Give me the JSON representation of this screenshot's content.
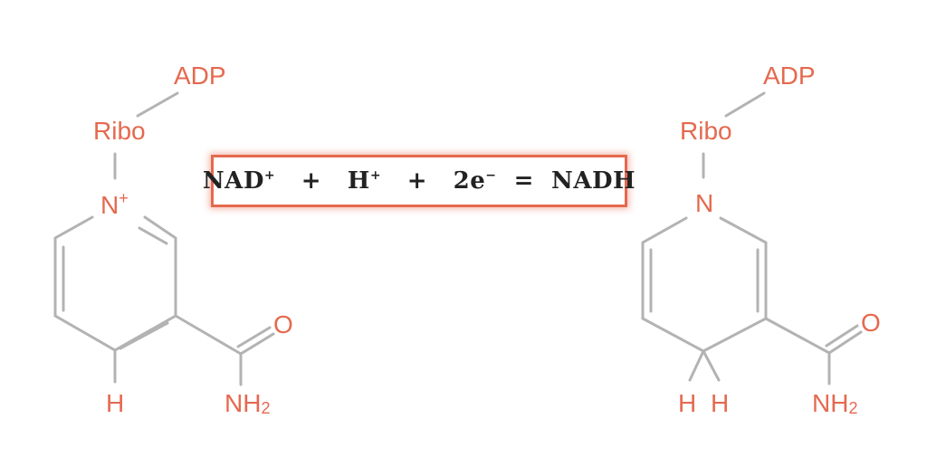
{
  "equation": {
    "nad": "NAD",
    "nad_charge": "+",
    "plus1": "+",
    "h": "H",
    "h_charge": "+",
    "plus2": "+",
    "electrons": "2e",
    "electron_charge": "−",
    "equals": "=",
    "nadh": "NADH"
  },
  "nad_plus": {
    "adp": "ADP",
    "ribo": "Ribo",
    "nitrogen": "N",
    "charge": "+",
    "hydrogen": "H",
    "oxygen": "O",
    "amide_n": "NH",
    "amide_sub": "2"
  },
  "nadh": {
    "adp": "ADP",
    "ribo": "Ribo",
    "nitrogen": "N",
    "hydrogen_1": "H",
    "hydrogen_2": "H",
    "oxygen": "O",
    "amide_n": "NH",
    "amide_sub": "2"
  },
  "colors": {
    "accent": "#e5694f",
    "bond": "#b3b3b3",
    "text": "#222222"
  }
}
